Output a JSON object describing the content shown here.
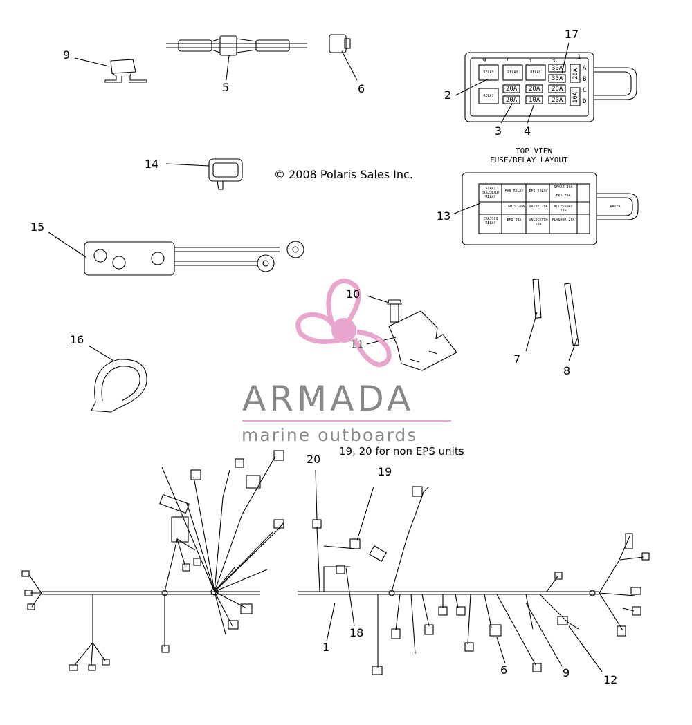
{
  "copyright": "© 2008 Polaris Sales Inc.",
  "note": "19, 20 for non EPS units",
  "brand": {
    "name": "ARMADA",
    "tagline": "marine outboards",
    "colors": {
      "pink": "#e8a6cf",
      "gray": "#888888"
    }
  },
  "fuse_box_top": {
    "title_line1": "TOP VIEW",
    "title_line2": "FUSE/RELAY LAYOUT",
    "columns": [
      "9",
      "7",
      "5",
      "3",
      "1"
    ],
    "rows": [
      "A",
      "B",
      "C",
      "D"
    ],
    "relays": [
      "RELAY",
      "RELAY",
      "RELAY",
      "RELAY"
    ],
    "fuses": [
      "30A",
      "30A",
      "20A",
      "20A",
      "20A",
      "20A",
      "10A",
      "20A",
      "20A",
      "10A"
    ]
  },
  "fuse_box_layout": {
    "cells": [
      "START SOLENOID RELAY",
      "FAN RELAY",
      "EFI RELAY",
      "SPARE 30A",
      "EPS 30A",
      "CHASSIS RELAY",
      "LIGHTS 20A",
      "DRIVE 20A",
      "ACCESSORY 20A",
      "EFI 20A",
      "UNLOCKTCH 10A",
      "FLASHER 20A",
      "WATER"
    ]
  },
  "callouts": [
    "1",
    "2",
    "3",
    "4",
    "5",
    "6",
    "6",
    "7",
    "8",
    "9",
    "9",
    "10",
    "11",
    "12",
    "13",
    "14",
    "15",
    "16",
    "17",
    "18",
    "19",
    "20"
  ]
}
